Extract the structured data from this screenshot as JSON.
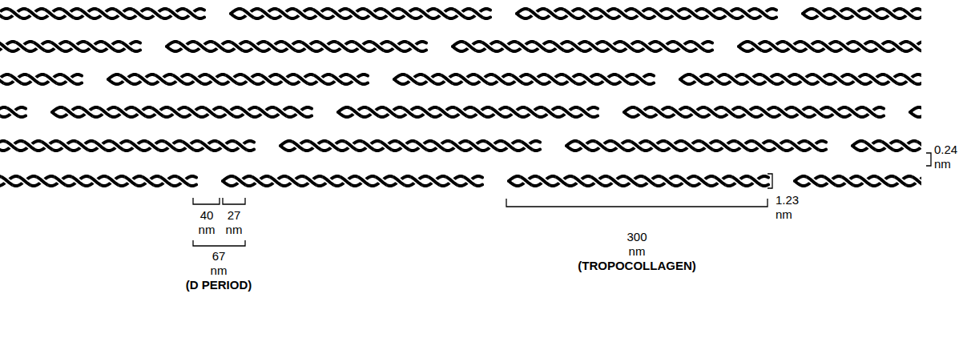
{
  "diagram": {
    "labels": [
      "0.24 nm",
      "1.23 nm",
      "300 nm",
      "(TROPOCOLLAGEN)",
      "40 nm",
      "27 nm",
      "67 nm",
      "(D PERIOD)"
    ]
  }
}
